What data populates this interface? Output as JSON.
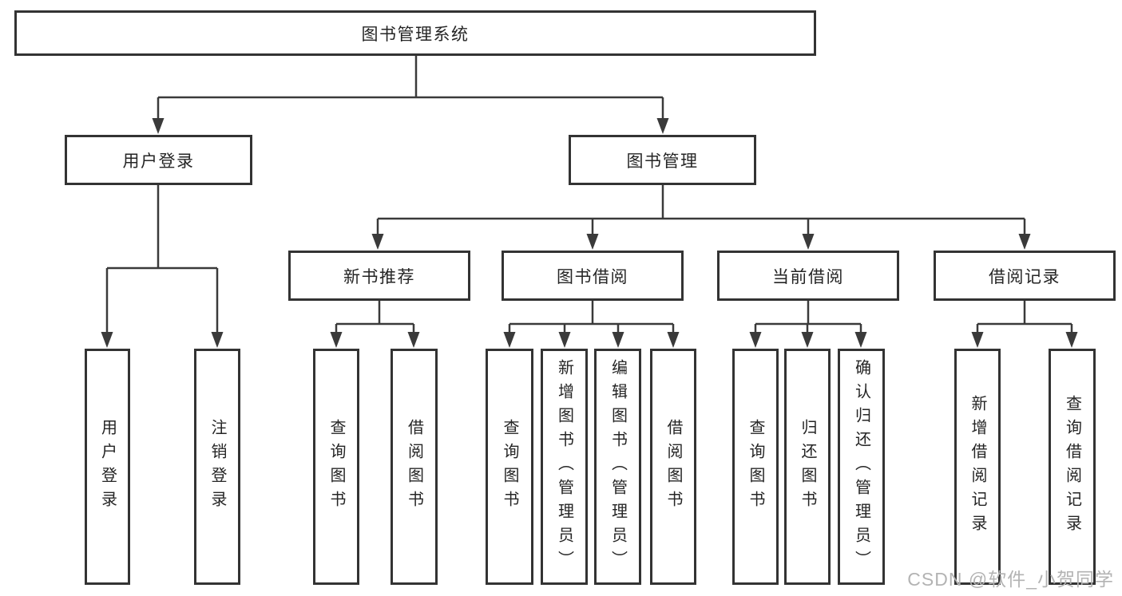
{
  "diagram": {
    "title_note": "functional structure tree",
    "root": {
      "label": "图书管理系统"
    },
    "branches": [
      {
        "label": "用户登录",
        "children": [
          {
            "label": "用户登录"
          },
          {
            "label": "注销登录"
          }
        ]
      },
      {
        "label": "图书管理",
        "children": [
          {
            "label": "新书推荐",
            "children": [
              {
                "label": "查询图书"
              },
              {
                "label": "借阅图书"
              }
            ]
          },
          {
            "label": "图书借阅",
            "children": [
              {
                "label": "查询图书"
              },
              {
                "label": "新增图书（管理员）"
              },
              {
                "label": "编辑图书（管理员）"
              },
              {
                "label": "借阅图书"
              }
            ]
          },
          {
            "label": "当前借阅",
            "children": [
              {
                "label": "查询图书"
              },
              {
                "label": "归还图书"
              },
              {
                "label": "确认归还（管理员）"
              }
            ]
          },
          {
            "label": "借阅记录",
            "children": [
              {
                "label": "新增借阅记录"
              },
              {
                "label": "查询借阅记录"
              }
            ]
          }
        ]
      }
    ]
  },
  "watermark": {
    "text": "CSDN @软件_小贺同学"
  },
  "colors": {
    "line": "#3a3a3a",
    "box_border": "#333333",
    "box_fill": "#ffffff",
    "text": "#252525",
    "watermark": "#b3b3b3",
    "background": "#ffffff"
  }
}
